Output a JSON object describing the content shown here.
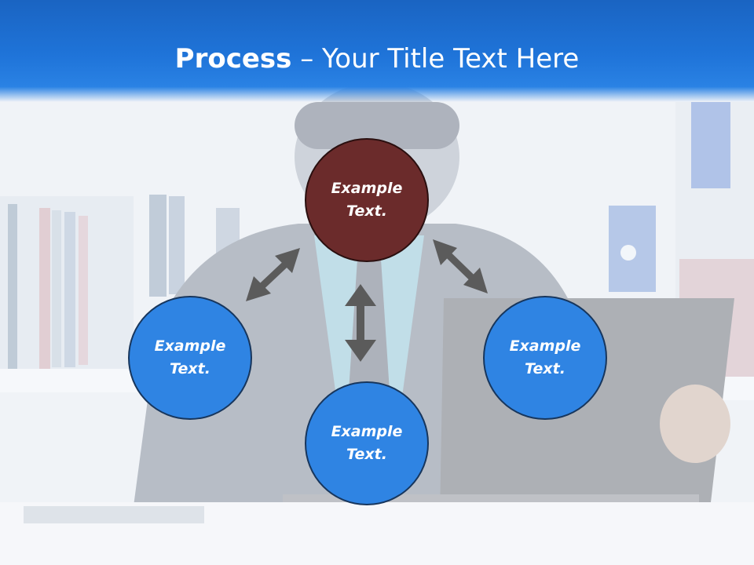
{
  "title": {
    "bold": "Process",
    "dash": " – ",
    "rest": "Your Title Text Here"
  },
  "nodes": {
    "top": "Example Text.",
    "left": "Example Text.",
    "bottom": "Example Text.",
    "right": "Example Text."
  },
  "colors": {
    "header": "#1f74d9",
    "center_node": "#6b2b2b",
    "side_node": "#2f84e3",
    "arrow": "#5b5b5b"
  }
}
